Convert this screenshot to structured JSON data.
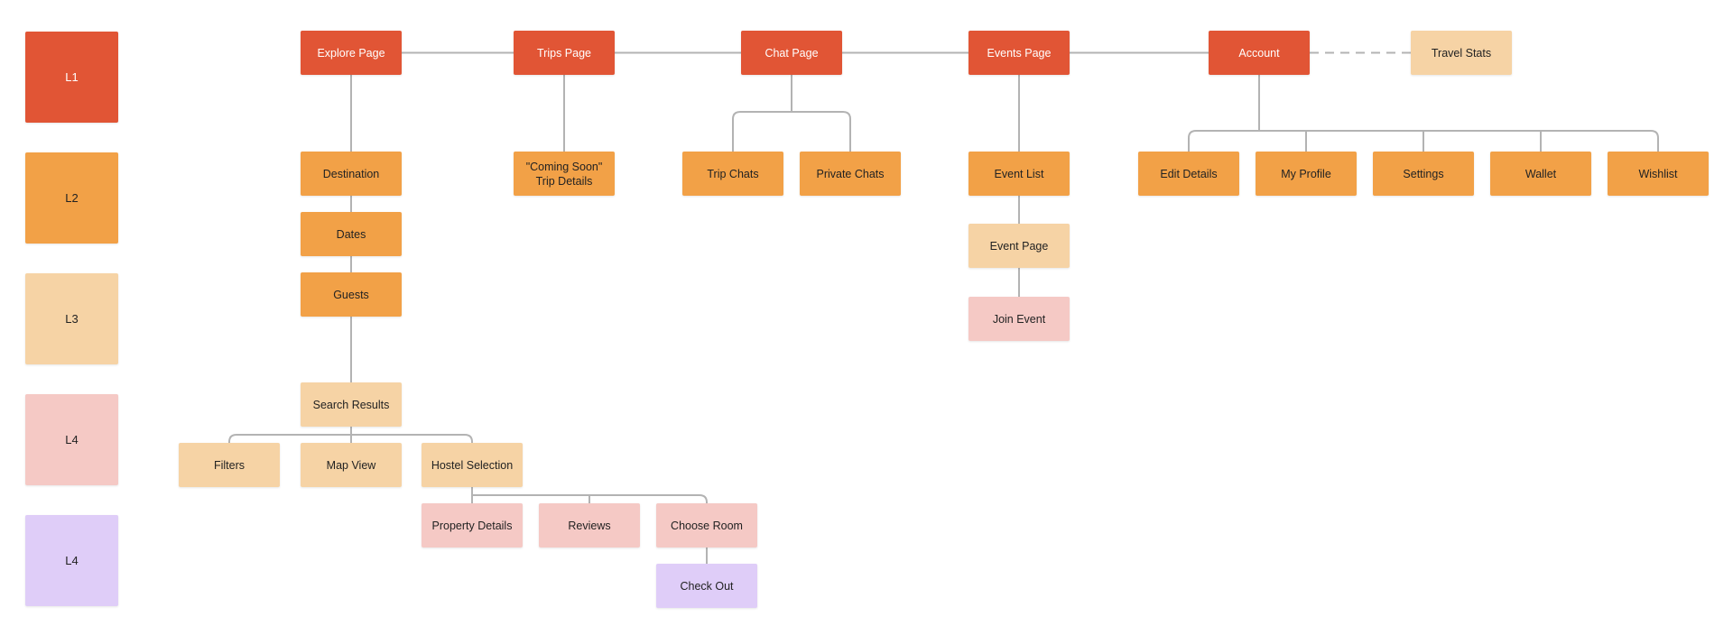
{
  "colors": {
    "l1": "#e15535",
    "l2": "#f2a147",
    "l3": "#f6d3a5",
    "l4": "#f5c9c5",
    "l5": "#dfcdf8",
    "connector": "#b3b3b3"
  },
  "legend": [
    {
      "id": "legend-l1",
      "label": "L1",
      "level": "l1"
    },
    {
      "id": "legend-l2",
      "label": "L2",
      "level": "l2"
    },
    {
      "id": "legend-l3",
      "label": "L3",
      "level": "l3"
    },
    {
      "id": "legend-l4-pink",
      "label": "L4",
      "level": "l4"
    },
    {
      "id": "legend-l4-purple",
      "label": "L4",
      "level": "l5"
    }
  ],
  "nodes": [
    {
      "id": "explore-page",
      "label": "Explore Page",
      "level": "l1"
    },
    {
      "id": "trips-page",
      "label": "Trips Page",
      "level": "l1"
    },
    {
      "id": "chat-page",
      "label": "Chat Page",
      "level": "l1"
    },
    {
      "id": "events-page",
      "label": "Events Page",
      "level": "l1"
    },
    {
      "id": "account",
      "label": "Account",
      "level": "l1"
    },
    {
      "id": "travel-stats",
      "label": "Travel Stats",
      "level": "l3"
    },
    {
      "id": "destination",
      "label": "Destination",
      "level": "l2"
    },
    {
      "id": "dates",
      "label": "Dates",
      "level": "l2"
    },
    {
      "id": "guests",
      "label": "Guests",
      "level": "l2"
    },
    {
      "id": "coming-soon",
      "label": "\"Coming Soon\"\nTrip Details",
      "level": "l2"
    },
    {
      "id": "trip-chats",
      "label": "Trip Chats",
      "level": "l2"
    },
    {
      "id": "private-chats",
      "label": "Private Chats",
      "level": "l2"
    },
    {
      "id": "event-list",
      "label": "Event List",
      "level": "l2"
    },
    {
      "id": "edit-details",
      "label": "Edit Details",
      "level": "l2"
    },
    {
      "id": "my-profile",
      "label": "My Profile",
      "level": "l2"
    },
    {
      "id": "settings",
      "label": "Settings",
      "level": "l2"
    },
    {
      "id": "wallet",
      "label": "Wallet",
      "level": "l2"
    },
    {
      "id": "wishlist",
      "label": "Wishlist",
      "level": "l2"
    },
    {
      "id": "event-page",
      "label": "Event Page",
      "level": "l3"
    },
    {
      "id": "join-event",
      "label": "Join Event",
      "level": "l4"
    },
    {
      "id": "search-results",
      "label": "Search Results",
      "level": "l3"
    },
    {
      "id": "filters",
      "label": "Filters",
      "level": "l3"
    },
    {
      "id": "map-view",
      "label": "Map View",
      "level": "l3"
    },
    {
      "id": "hostel-selection",
      "label": "Hostel Selection",
      "level": "l3"
    },
    {
      "id": "property-details",
      "label": "Property Details",
      "level": "l4"
    },
    {
      "id": "reviews",
      "label": "Reviews",
      "level": "l4"
    },
    {
      "id": "choose-room",
      "label": "Choose Room",
      "level": "l4"
    },
    {
      "id": "check-out",
      "label": "Check Out",
      "level": "l5"
    }
  ],
  "connections": [
    {
      "from": "explore-page",
      "to": "trips-page",
      "style": "solid"
    },
    {
      "from": "trips-page",
      "to": "chat-page",
      "style": "solid"
    },
    {
      "from": "chat-page",
      "to": "events-page",
      "style": "solid"
    },
    {
      "from": "events-page",
      "to": "account",
      "style": "solid"
    },
    {
      "from": "account",
      "to": "travel-stats",
      "style": "dashed"
    },
    {
      "from": "explore-page",
      "to": "destination",
      "style": "solid"
    },
    {
      "from": "destination",
      "to": "dates",
      "style": "solid"
    },
    {
      "from": "dates",
      "to": "guests",
      "style": "solid"
    },
    {
      "from": "guests",
      "to": "search-results",
      "style": "solid"
    },
    {
      "from": "search-results",
      "to": [
        "filters",
        "map-view",
        "hostel-selection"
      ],
      "style": "branch"
    },
    {
      "from": "hostel-selection",
      "to": [
        "property-details",
        "reviews",
        "choose-room"
      ],
      "style": "branch"
    },
    {
      "from": "choose-room",
      "to": "check-out",
      "style": "solid"
    },
    {
      "from": "trips-page",
      "to": "coming-soon",
      "style": "solid"
    },
    {
      "from": "chat-page",
      "to": [
        "trip-chats",
        "private-chats"
      ],
      "style": "branch"
    },
    {
      "from": "events-page",
      "to": "event-list",
      "style": "solid"
    },
    {
      "from": "event-list",
      "to": "event-page",
      "style": "solid"
    },
    {
      "from": "event-page",
      "to": "join-event",
      "style": "solid"
    },
    {
      "from": "account",
      "to": [
        "edit-details",
        "my-profile",
        "settings",
        "wallet",
        "wishlist"
      ],
      "style": "branch"
    }
  ]
}
